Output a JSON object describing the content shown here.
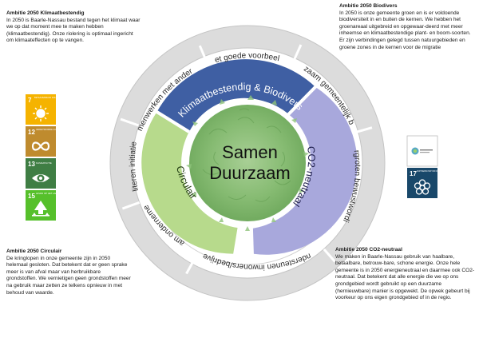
{
  "center": {
    "line1": "Samen",
    "line2": "Duurzaam"
  },
  "themes": {
    "klimaat": "Klimaatbestendig & Biodivers",
    "co2": "CO2-neutraal",
    "circulair": "Circulair"
  },
  "ring_labels": [
    "Samenwerken met anderen",
    "Het goede voorbeeld",
    "Duurzaam gemeentelijk beleid",
    "Vergroten bewustwording",
    "Ondersteunen inwoners/bedrijven",
    "Duurzaam ondernemerschap",
    "Faciliteren initiatieven"
  ],
  "notes": {
    "klimaat": {
      "title": "Ambitie 2050 Klimaatbestendig",
      "text": "In 2050 is Baarle-Nassau bestand tegen het klimaat waar we op dat moment mee te maken hebben (klimaatbestendig). Onze riolering is optimaal ingericht om klimaateffecten op te vangen."
    },
    "bio": {
      "title": "Ambitie 2050 Biodivers",
      "text": "In 2050 is onze gemeente groen en is er voldoende biodiversiteit in en buiten de kernen. We hebben het groenareaal uitgebreid en opgewaar-deerd met meer inheemse en klimaatbestendige plant- en boom-soorten. Er zijn verbindingen gelegd tussen natuurgebieden en groene zones in de kernen voor de migratie"
    },
    "circ": {
      "title": "Ambitie 2050 Circulair",
      "text": "De kringlopen in onze gemeente zijn in 2050 helemaal gesloten. Dat betekent dat er geen sprake meer is van afval maar van herbruikbare grondstoffen. We vernietigen geen grondstoffen meer na gebruik maar zetten ze telkens opnieuw in met behoud van waarde."
    },
    "co2": {
      "title": "Ambitie 2050 CO2-neutraal",
      "text": "We maken in Baarle-Nassau gebruik van haalbare, betaalbare, betrouw-bare, schone energie. Onze hele gemeente is in 2050 energieneutraal en daarmee ook CO2-neutraal. Dat betekent dat alle energie die we op ons grondgebied wordt gebruikt op een duurzame (hernieuwbare) manier is opgewekt. De opwek gebeurt bij voorkeur op ons eigen grondgebied of in de regio."
    }
  },
  "sdg_left": [
    {
      "num": "7",
      "label": "BETAALBARE EN DUURZAME ENERGIE",
      "color": "#f5b300",
      "icon": "sun-icon"
    },
    {
      "num": "12",
      "label": "VERANTWOORDE CONSUMPTIE EN PRODUCTIE",
      "color": "#bf8b2e",
      "icon": "infinity-icon"
    },
    {
      "num": "13",
      "label": "KLIMAATACTIE",
      "color": "#3f7e44",
      "icon": "eye-globe-icon"
    },
    {
      "num": "15",
      "label": "LEVEN OP HET LAND",
      "color": "#56c02b",
      "icon": "tree-icon"
    }
  ],
  "sdg_right": [
    {
      "num": "",
      "label": "",
      "color": "#ffffff",
      "icon": "network-logo-icon"
    },
    {
      "num": "17",
      "label": "PARTNERSCHAP OM DOELSTELLINGEN TE BEREIKEN",
      "color": "#19486a",
      "icon": "flower-icon"
    }
  ],
  "colors": {
    "outer_ring": "#d9d9d9",
    "klimaat": "#3f5fa3",
    "co2": "#a6a6dc",
    "circulair": "#b5d98a",
    "center": "#7cb26a"
  }
}
